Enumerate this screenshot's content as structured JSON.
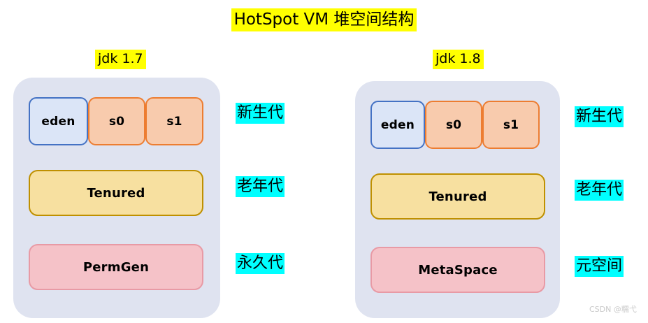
{
  "title": "HotSpot VM 堆空间结构",
  "panels": [
    {
      "version_label": "jdk 1.7",
      "young": {
        "eden": "eden",
        "s0": "s0",
        "s1": "s1"
      },
      "tenured": "Tenured",
      "permanent": "PermGen",
      "annotations": {
        "young": "新生代",
        "old": "老年代",
        "permanent": "永久代"
      }
    },
    {
      "version_label": "jdk 1.8",
      "young": {
        "eden": "eden",
        "s0": "s0",
        "s1": "s1"
      },
      "tenured": "Tenured",
      "permanent": "MetaSpace",
      "annotations": {
        "young": "新生代",
        "old": "老年代",
        "permanent": "元空间"
      }
    }
  ],
  "watermark": "CSDN @糯弋",
  "colors": {
    "highlight_title": "#ffff00",
    "highlight_generation": "#00ffff",
    "panel_background": "#dfe3f0",
    "eden_fill": "#dbe5f7",
    "eden_border": "#4472c4",
    "survivor_fill": "#f8cbad",
    "survivor_border": "#ed7d31",
    "tenured_fill": "#f7e0a0",
    "tenured_border": "#bf9000",
    "perm_fill": "#f5c2c8",
    "perm_border": "#e89aa5"
  }
}
